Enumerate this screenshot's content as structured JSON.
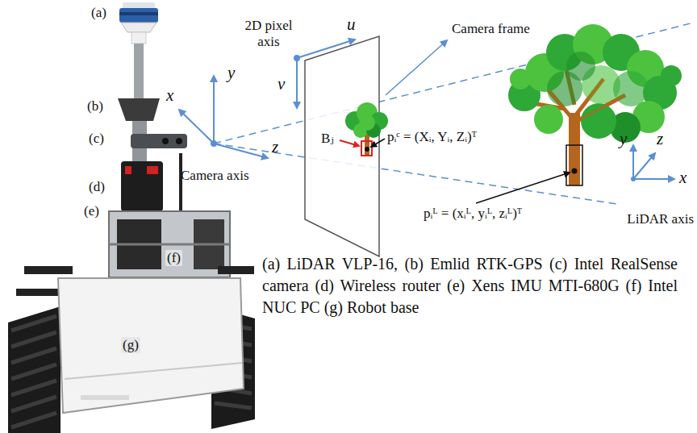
{
  "diagram": {
    "labels": [
      "(a)",
      "(b)",
      "(c)",
      "(d)",
      "(e)",
      "(f)",
      "(g)",
      "x",
      "y",
      "z",
      "Camera axis",
      "2D pixel axis",
      "u",
      "v",
      "Camera frame",
      "Bⱼ",
      "pᵢᶜ = (Xᵢ, Yᵢ, Zᵢ)ᵀ",
      "pᵢᴸ = (xᵢᴸ, yᵢᴸ, zᵢᴸ)ᵀ",
      "y",
      "z",
      "x",
      "LiDAR axis",
      "(a) LiDAR VLP-16, (b) Emlid RTK-GPS (c) Intel RealSense camera (d) Wireless router (e) Xens IMU MTI-680G (f) Intel NUC PC (g) Robot base"
    ]
  }
}
